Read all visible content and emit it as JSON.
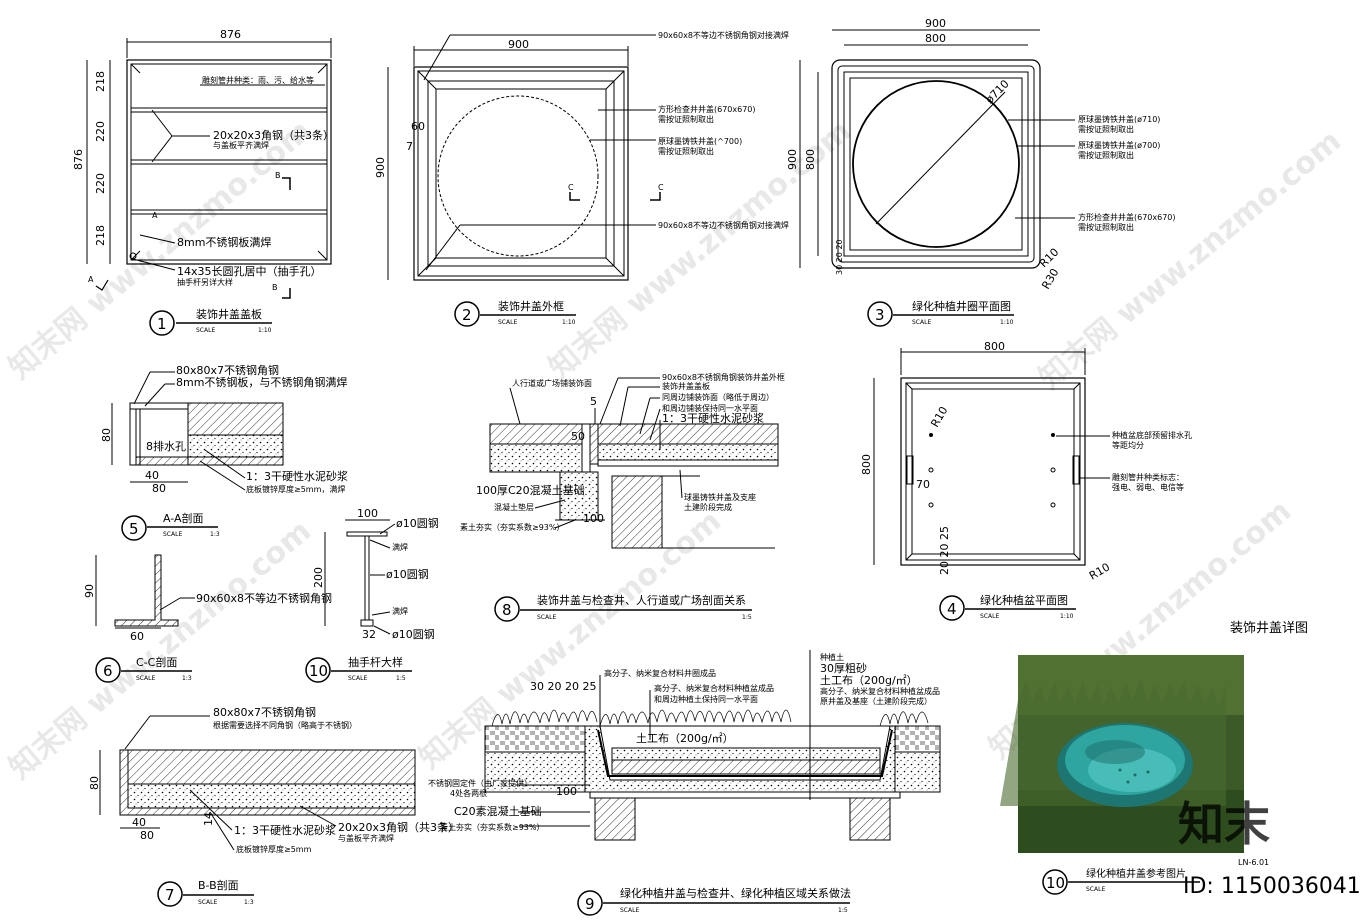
{
  "sheet": {
    "main_title": "装饰井盖详图",
    "sheet_no": "LN-6.01",
    "id_text": "ID: 1150036041",
    "logo_text": "知末",
    "watermark": "知末网 www.znzmo.com"
  },
  "d1": {
    "num": "1",
    "title": "装饰井盖盖板",
    "scale_label": "SCALE",
    "scale": "1:10",
    "w": "876",
    "h": "876",
    "segs": [
      "218",
      "220",
      "220",
      "218"
    ],
    "n1": "雕刻管井种类：雨、污、给水等",
    "n2a": "20x20x3角钢（共3条）",
    "n2b": "与盖板平齐满焊",
    "n3": "8mm不锈钢板满焊",
    "n4a": "14x35长圆孔居中（抽手孔）",
    "n4b": "抽手杆另详大样",
    "sec_a": "A",
    "sec_b": "B"
  },
  "d2": {
    "num": "2",
    "title": "装饰井盖外框",
    "scale_label": "SCALE",
    "scale": "1:10",
    "w": "900",
    "h": "900",
    "d60": "60",
    "d7": "7",
    "n1": "90x60x8不等边不锈钢角钢对接满焊",
    "n2a": "方形检查井井盖(670x670)",
    "n2b": "需按证照制取出",
    "n3a": "原球墨铸铁井盖(^700)",
    "n3b": "需按证照制取出",
    "n4": "90x60x8不等边不锈钢角钢对接满焊",
    "sec_c": "C"
  },
  "d3": {
    "num": "3",
    "title": "绿化种植井圈平面图",
    "scale_label": "SCALE",
    "scale": "1:10",
    "w900": "900",
    "w800": "800",
    "h900": "900",
    "h800": "800",
    "dia": "ø710",
    "bottom": "30 20 20",
    "r10": "R10",
    "r30": "R30",
    "n1a": "原球墨铸铁井盖(ø710)",
    "n1b": "需按证照制取出",
    "n2a": "原球墨铸铁井盖(ø700)",
    "n2b": "需按证照制取出",
    "n3a": "方形检查井井盖(670x670)",
    "n3b": "需按证照制取出"
  },
  "d4": {
    "num": "4",
    "title": "绿化种植盆平面图",
    "scale_label": "SCALE",
    "scale": "1:10",
    "w": "800",
    "h": "800",
    "r10a": "R10",
    "r10b": "R10",
    "d70": "70",
    "d20": "20 20 25",
    "n1a": "种植盆底部预留排水孔",
    "n1b": "等距均分",
    "n2a": "雕刻管井种类标志：",
    "n2b": "强电、弱电、电信等"
  },
  "d5": {
    "num": "5",
    "title": "A-A剖面",
    "scale_label": "SCALE",
    "scale": "1:3",
    "n1": "80x80x7不锈钢角钢",
    "n2": "8mm不锈钢板，与不锈钢角钢满焊",
    "n3": "8排水孔",
    "n4": "1：3干硬性水泥砂浆",
    "n5": "底板镀锌厚度≥5mm，满焊",
    "h80": "80",
    "w40": "40",
    "w80": "80"
  },
  "d6": {
    "num": "6",
    "title": "C-C剖面",
    "scale_label": "SCALE",
    "scale": "1:3",
    "n1": "90x60x8不等边不锈钢角钢",
    "h90": "90",
    "w60": "60"
  },
  "d7": {
    "num": "7",
    "title": "B-B剖面",
    "scale_label": "SCALE",
    "scale": "1:3",
    "n1": "80x80x7不锈钢角钢",
    "n2": "根据需要选择不同角钢（略高于不锈钢）",
    "n3": "1：3干硬性水泥砂浆",
    "n4a": "20x20x3角钢（共3条）",
    "n4b": "与盖板平齐满焊",
    "n5": "底板镀锌厚度≥5mm",
    "h80": "80",
    "w40": "40",
    "w80": "80",
    "d14": "14"
  },
  "d8": {
    "num": "8",
    "title": "装饰井盖与检查井、人行道或广场剖面关系",
    "scale_label": "SCALE",
    "scale": "1:5",
    "n1": "90x60x8不锈钢角钢装饰井盖外框",
    "n2": "装饰井盖盖板",
    "n3": "同周边铺装饰面（略低于周边）",
    "n4": "和周边铺装保持同一水平面",
    "n5": "1：3干硬性水泥砂浆",
    "n6": "人行道或广场铺装饰面",
    "n7": "100厚C20混凝土基础",
    "n8": "混凝土垫层",
    "n9": "素土夯实（夯实系数≥93%）",
    "n10a": "球墨铸铁井盖及支座",
    "n10b": "土建阶段完成",
    "d5": "5",
    "d50": "50",
    "d100": "100",
    "d100b": "100"
  },
  "d9": {
    "num": "9",
    "title": "绿化种植井盖与检查井、绿化种植区域关系做法",
    "scale_label": "SCALE",
    "scale": "1:5",
    "n1": "种植土",
    "n2": "30厚粗砂",
    "n3": "土工布（200g/㎡）",
    "n4": "高分子、纳米复合材料种植盆成品",
    "n5": "原井盖及基座（土建阶段完成）",
    "n6": "高分子、纳米复合材料井圈成品",
    "n7": "高分子、纳米复合材料种植盆成品",
    "n8": "和周边种植土保持同一水平面",
    "n9a": "不锈钢固定件（由厂家提供）",
    "n9b": "4处各两根",
    "n10": "C20素混凝土基础",
    "n11": "素土夯实（夯实系数≥93%）",
    "n12": "土工布（200g/㎡）",
    "d_top": "30 20 20 25",
    "d100": "100"
  },
  "d10": {
    "num": "10",
    "title": "抽手杆大样",
    "scale_label": "SCALE",
    "scale": "1:5",
    "w100": "100",
    "h200": "200",
    "w32": "32",
    "n1": "ø10圆钢",
    "n2": "满焊",
    "n3": "ø10圆钢",
    "n4": "满焊",
    "n5": "ø10圆钢"
  },
  "photo": {
    "num": "10",
    "title": "绿化种植井盖参考图片",
    "scale_label": "SCALE"
  },
  "colors": {
    "line": "#000000",
    "grass_dark": "#2e4a1f",
    "grass_light": "#6f8f3f",
    "pot": "#2fa5a0"
  }
}
